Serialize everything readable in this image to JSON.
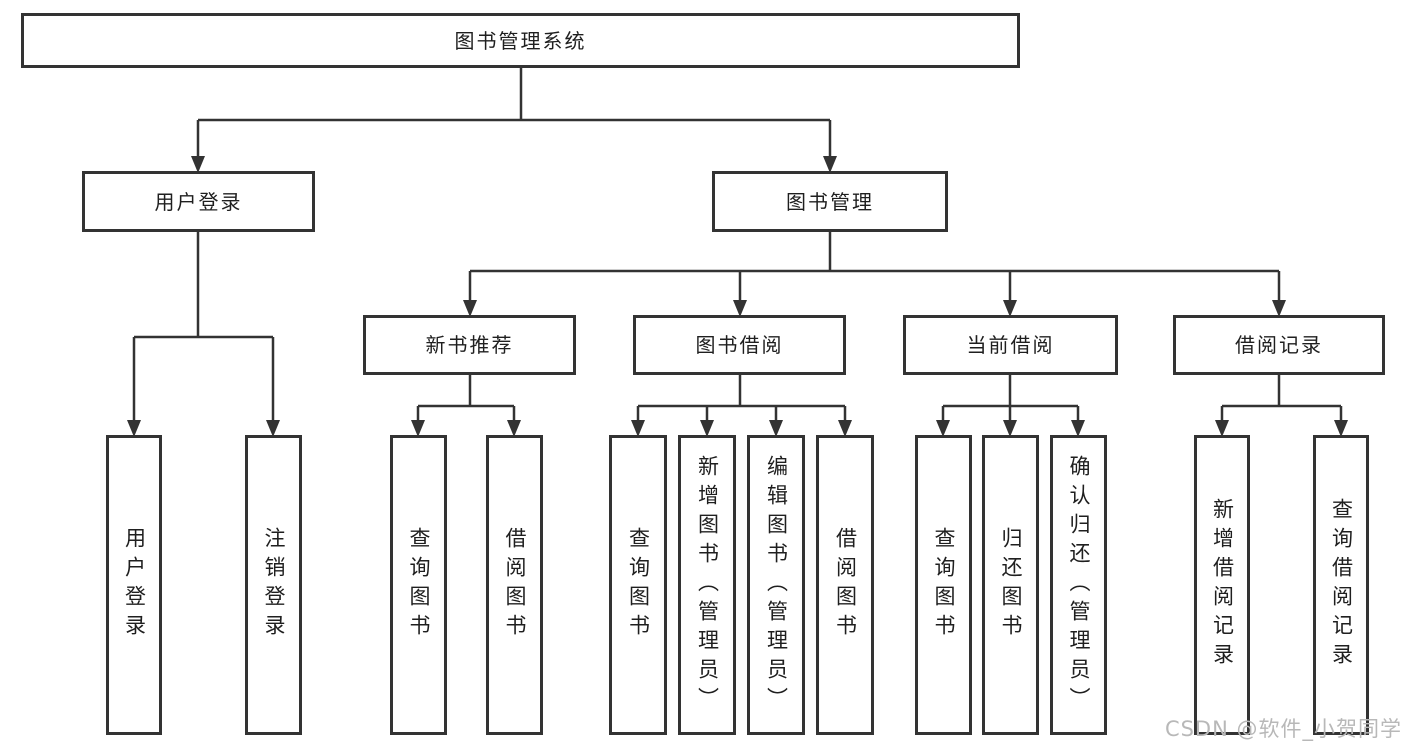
{
  "diagram": {
    "title": "图书管理系统",
    "branches": [
      {
        "label": "用户登录",
        "children": [
          {
            "label": "用户登录"
          },
          {
            "label": "注销登录"
          }
        ]
      },
      {
        "label": "图书管理",
        "children": [
          {
            "label": "新书推荐",
            "children": [
              {
                "label": "查询图书"
              },
              {
                "label": "借阅图书"
              }
            ]
          },
          {
            "label": "图书借阅",
            "children": [
              {
                "label": "查询图书"
              },
              {
                "label": "新增图书（管理员）"
              },
              {
                "label": "编辑图书（管理员）"
              },
              {
                "label": "借阅图书"
              }
            ]
          },
          {
            "label": "当前借阅",
            "children": [
              {
                "label": "查询图书"
              },
              {
                "label": "归还图书"
              },
              {
                "label": "确认归还（管理员）"
              }
            ]
          },
          {
            "label": "借阅记录",
            "children": [
              {
                "label": "新增借阅记录"
              },
              {
                "label": "查询借阅记录"
              }
            ]
          }
        ]
      }
    ]
  },
  "watermark": "CSDN @软件_小贺同学",
  "colors": {
    "line": "#333333",
    "box_border": "#333333",
    "text": "#1f1f1f",
    "watermark": "#b8b8b8",
    "background": "#ffffff"
  }
}
